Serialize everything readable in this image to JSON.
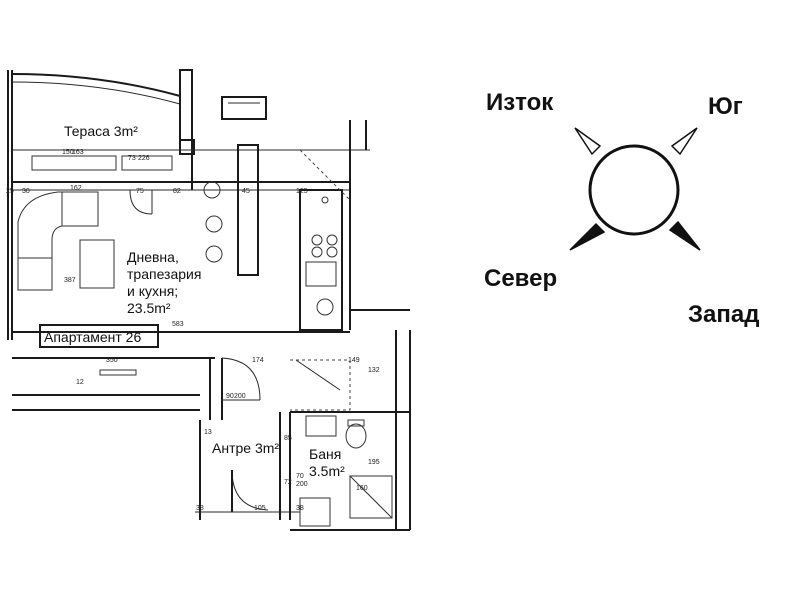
{
  "plan": {
    "rooms": {
      "terrace": "Тераса 3m²",
      "living_l1": "Дневна,",
      "living_l2": "трапезария",
      "living_l3": "и кухня;",
      "living_l4": "23.5m²",
      "entry": "Антре 3m²",
      "bath_l1": "Баня",
      "bath_l2": "3.5m²"
    },
    "apartment_label": "Апартамент 26",
    "dims": {
      "d150": "150",
      "d163": "163",
      "d73": "73",
      "d226": "226",
      "d25": "25",
      "d30": "30",
      "d162": "162",
      "d75": "75",
      "d82": "82",
      "d45": "45",
      "d125": "125",
      "d387": "387",
      "d583": "583",
      "d350": "350",
      "d174": "174",
      "d149": "149",
      "d132": "132",
      "d12": "12",
      "d90": "90",
      "d200": "200",
      "d13": "13",
      "d85": "85",
      "d72": "72",
      "d70": "70",
      "d38": "38",
      "d105": "105",
      "d160": "160",
      "d195": "195"
    }
  },
  "compass": {
    "east": "Изток",
    "south": "Юг",
    "north": "Север",
    "west": "Запад"
  }
}
